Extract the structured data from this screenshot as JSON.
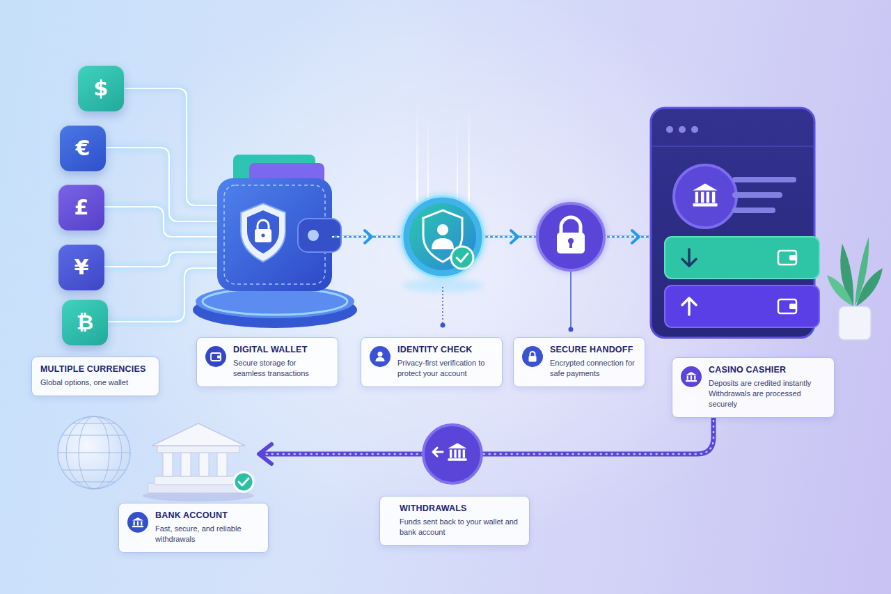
{
  "diagram": {
    "nodes": [
      {
        "text": [
          "$"
        ]
      },
      {
        "text": [
          "€"
        ]
      },
      {
        "text": [
          "£"
        ]
      },
      {
        "text": [
          "¥"
        ]
      },
      {
        "text": [
          "₿"
        ]
      },
      {
        "text": [
          "MULTIPLE CURRENCIES",
          "Global options, one wallet"
        ]
      },
      {
        "text": [
          "DIGITAL WALLET",
          "Secure storage for seamless transactions"
        ]
      },
      {
        "text": [
          "IDENTITY CHECK",
          "Privacy-first verification to protect your account"
        ]
      },
      {
        "text": [
          "SECURE HANDOFF",
          "Encrypted connection for safe payments"
        ]
      },
      {
        "text": [
          "CASINO CASHIER",
          "Deposits are credited instantly Withdrawals are processed securely"
        ]
      },
      {
        "text": [
          "BANK ACCOUNT",
          "Fast, secure, and reliable withdrawals"
        ]
      },
      {
        "text": [
          "WITHDRAWALS",
          "Funds sent back to your wallet and bank account"
        ]
      }
    ]
  }
}
